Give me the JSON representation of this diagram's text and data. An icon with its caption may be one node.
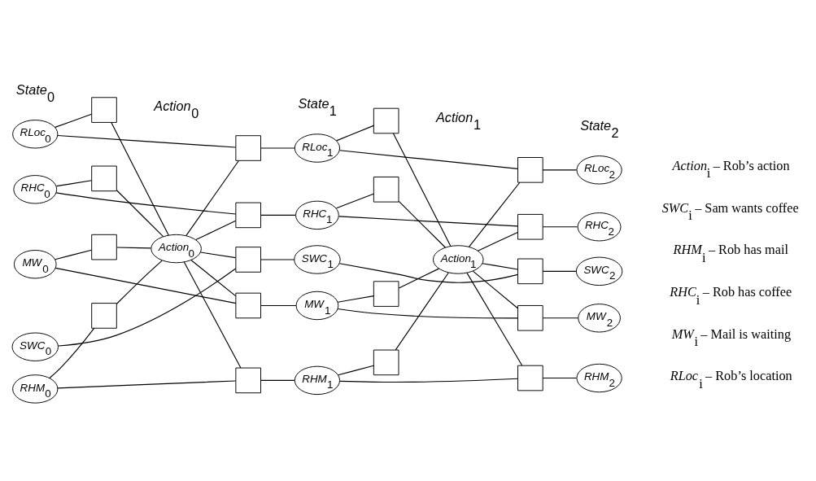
{
  "diagram": {
    "nodes": [
      {
        "text": [
          "*RLoc*$_{0}$"
        ]
      },
      {
        "text": [
          "*RHC*$_{0}$"
        ]
      },
      {
        "text": [
          "*SWC*$_{0}$"
        ]
      },
      {
        "text": [
          "*MW*$_{0}$"
        ]
      },
      {
        "text": [
          "*RHM*$_{0}$"
        ]
      },
      {
        "text": [],
        "shape": "box"
      },
      {
        "text": [],
        "shape": "box"
      },
      {
        "text": [],
        "shape": "box"
      },
      {
        "text": [],
        "shape": "box"
      },
      {
        "text": [
          "*Action*$_{0}$"
        ]
      },
      {
        "text": [],
        "shape": "box"
      },
      {
        "text": [],
        "shape": "box"
      },
      {
        "text": [],
        "shape": "box"
      },
      {
        "text": [],
        "shape": "box"
      },
      {
        "text": [],
        "shape": "box"
      },
      {
        "text": [
          "*RLoc*$_{1}$"
        ]
      },
      {
        "text": [
          "*RHC*$_{1}$"
        ]
      },
      {
        "text": [
          "*SWC*$_{1}$"
        ]
      },
      {
        "text": [
          "*MW*$_{1}$"
        ]
      },
      {
        "text": [
          "*RHM*$_{1}$"
        ]
      },
      {
        "text": [],
        "shape": "box"
      },
      {
        "text": [],
        "shape": "box"
      },
      {
        "text": [],
        "shape": "box"
      },
      {
        "text": [],
        "shape": "box"
      },
      {
        "text": [
          "*Action*$_{1}$"
        ]
      },
      {
        "text": [],
        "shape": "box"
      },
      {
        "text": [],
        "shape": "box"
      },
      {
        "text": [],
        "shape": "box"
      },
      {
        "text": [],
        "shape": "box"
      },
      {
        "text": [],
        "shape": "box"
      },
      {
        "text": [
          "*RLoc*$_{2}$"
        ]
      },
      {
        "text": [
          "*RHC*$_{2}$"
        ]
      },
      {
        "text": [
          "*SWC*$_{2}$"
        ]
      },
      {
        "text": [
          "*MW*$_{2}$"
        ]
      },
      {
        "text": [
          "*RHM*$_{2}$"
        ]
      }
    ],
    "edges": [
      {
        "from": 0,
        "to": 5,
        "arrow": "none"
      },
      {
        "from": 5,
        "to": 9,
        "arrow": "none"
      },
      {
        "from": 1,
        "to": 6,
        "arrow": "none"
      },
      {
        "from": 6,
        "to": 9,
        "arrow": "none"
      },
      {
        "from": 3,
        "to": 7,
        "arrow": "none"
      },
      {
        "from": 7,
        "to": 9,
        "arrow": "none"
      },
      {
        "from": 4,
        "to": 8,
        "arrow": "none"
      },
      {
        "from": 8,
        "to": 9,
        "arrow": "none"
      },
      {
        "from": 0,
        "to": 10,
        "arrow": "none"
      },
      {
        "from": 9,
        "to": 10,
        "arrow": "none"
      },
      {
        "from": 10,
        "to": 15,
        "arrow": "none"
      },
      {
        "from": 1,
        "to": 11,
        "arrow": "none"
      },
      {
        "from": 9,
        "to": 11,
        "arrow": "none"
      },
      {
        "from": 11,
        "to": 16,
        "arrow": "none"
      },
      {
        "from": 2,
        "to": 12,
        "arrow": "none"
      },
      {
        "from": 9,
        "to": 12,
        "arrow": "none"
      },
      {
        "from": 12,
        "to": 17,
        "arrow": "none"
      },
      {
        "from": 3,
        "to": 13,
        "arrow": "none"
      },
      {
        "from": 9,
        "to": 13,
        "arrow": "none"
      },
      {
        "from": 13,
        "to": 18,
        "arrow": "none"
      },
      {
        "from": 4,
        "to": 14,
        "arrow": "none"
      },
      {
        "from": 9,
        "to": 14,
        "arrow": "none"
      },
      {
        "from": 14,
        "to": 19,
        "arrow": "none"
      },
      {
        "from": 15,
        "to": 20,
        "arrow": "none"
      },
      {
        "from": 20,
        "to": 24,
        "arrow": "none"
      },
      {
        "from": 16,
        "to": 21,
        "arrow": "none"
      },
      {
        "from": 21,
        "to": 24,
        "arrow": "none"
      },
      {
        "from": 18,
        "to": 22,
        "arrow": "none"
      },
      {
        "from": 22,
        "to": 24,
        "arrow": "none"
      },
      {
        "from": 19,
        "to": 23,
        "arrow": "none"
      },
      {
        "from": 23,
        "to": 24,
        "arrow": "none"
      },
      {
        "from": 15,
        "to": 25,
        "arrow": "none"
      },
      {
        "from": 24,
        "to": 25,
        "arrow": "none"
      },
      {
        "from": 25,
        "to": 30,
        "arrow": "none"
      },
      {
        "from": 16,
        "to": 26,
        "arrow": "none"
      },
      {
        "from": 24,
        "to": 26,
        "arrow": "none"
      },
      {
        "from": 26,
        "to": 31,
        "arrow": "none"
      },
      {
        "from": 17,
        "to": 27,
        "arrow": "none"
      },
      {
        "from": 24,
        "to": 27,
        "arrow": "none"
      },
      {
        "from": 27,
        "to": 32,
        "arrow": "none"
      },
      {
        "from": 18,
        "to": 28,
        "arrow": "none"
      },
      {
        "from": 24,
        "to": 28,
        "arrow": "none"
      },
      {
        "from": 28,
        "to": 33,
        "arrow": "none"
      },
      {
        "from": 19,
        "to": 29,
        "arrow": "none"
      },
      {
        "from": 24,
        "to": 29,
        "arrow": "none"
      },
      {
        "from": 29,
        "to": 34,
        "arrow": "none"
      }
    ],
    "labels": [
      "*State*$_{0}$",
      "*Action*$_{0}$",
      "*State*$_{1}$",
      "*Action*$_{1}$",
      "*State*$_{2}$",
      "*RLoc*$_{i}$ – Rob’s location",
      "*MW*$_{i}$ – Mail is waiting",
      "*RHC*$_{i}$ – Rob has coffee",
      "*RHM*$_{i}$ – Rob has mail",
      "*SWC*$_{i}$ – Sam wants coffee",
      "*Action*$_{i}$ – Rob’s action"
    ]
  }
}
